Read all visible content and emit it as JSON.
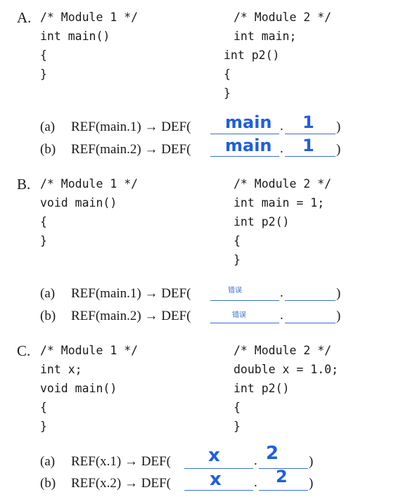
{
  "problems": [
    {
      "label": "A.",
      "module1": [
        "/* Module 1 */",
        "int main()",
        "{",
        "}"
      ],
      "module2": [
        "/* Module 2 */",
        "int main;",
        "int p2()",
        "{",
        "}"
      ],
      "refs": [
        {
          "item": "(a)",
          "prefix": "REF(main.1) → DEF(",
          "answer_symbol": "main",
          "answer_module": "1",
          "suffix": ")"
        },
        {
          "item": "(b)",
          "prefix": "REF(main.2) → DEF(",
          "answer_symbol": "main",
          "answer_module": "1",
          "suffix": ")"
        }
      ]
    },
    {
      "label": "B.",
      "module1": [
        "/* Module 1 */",
        "void main()",
        "{",
        "}"
      ],
      "module2": [
        "/* Module 2 */",
        "int main = 1;",
        "int p2()",
        "{",
        "}"
      ],
      "refs": [
        {
          "item": "(a)",
          "prefix": "REF(main.1) → DEF(",
          "answer_symbol": "错误",
          "answer_module": "",
          "suffix": ")"
        },
        {
          "item": "(b)",
          "prefix": "REF(main.2) → DEF(",
          "answer_symbol": "错误",
          "answer_module": "",
          "suffix": ")"
        }
      ]
    },
    {
      "label": "C.",
      "module1": [
        "/* Module 1 */",
        "int x;",
        "void main()",
        "{",
        "}"
      ],
      "module2": [
        "/* Module 2 */",
        "double x = 1.0;",
        "int p2()",
        "{",
        "}"
      ],
      "refs": [
        {
          "item": "(a)",
          "prefix": "REF(x.1) → DEF(",
          "answer_symbol": "x",
          "answer_module": "2",
          "suffix": ")"
        },
        {
          "item": "(b)",
          "prefix": "REF(x.2) → DEF(",
          "answer_symbol": "x",
          "answer_module": "2",
          "suffix": ")"
        }
      ]
    }
  ],
  "dot": "."
}
